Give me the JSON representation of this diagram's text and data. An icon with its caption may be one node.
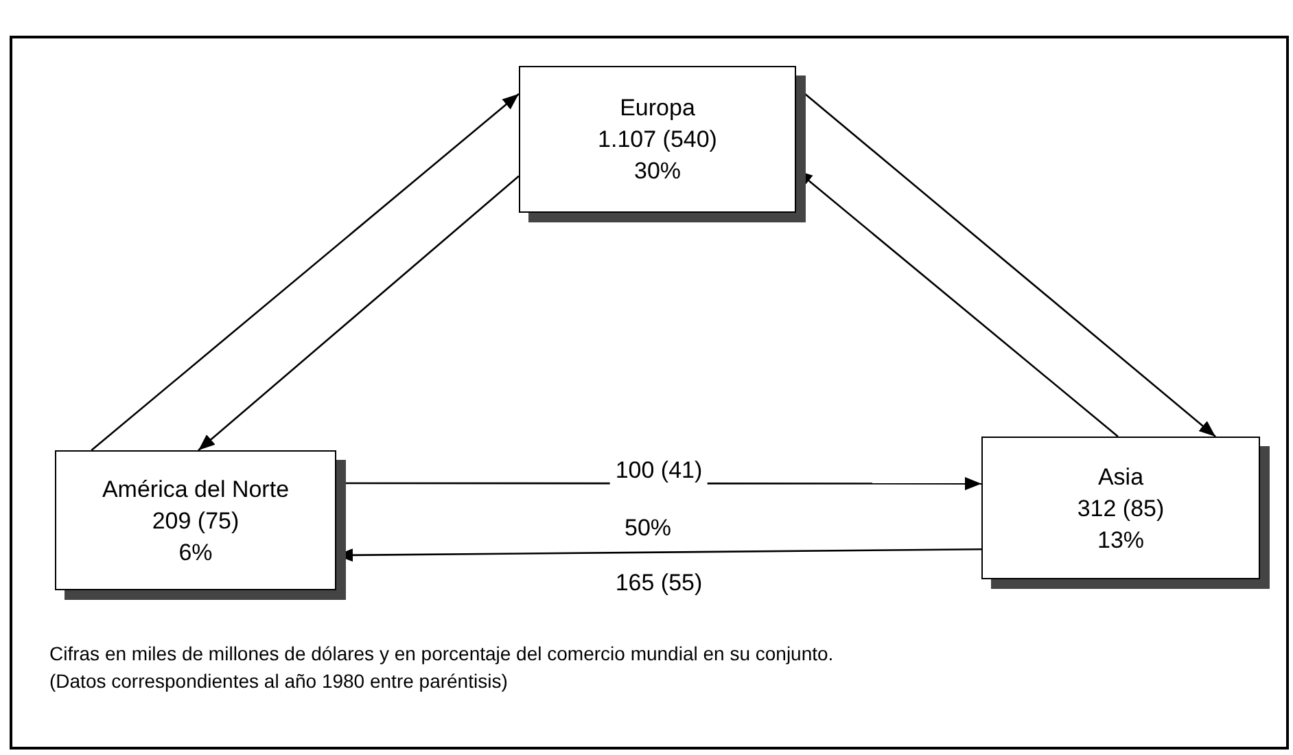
{
  "diagram": {
    "nodes": [
      {
        "text": [
          "Europa",
          "1.107 (540)",
          "30%"
        ]
      },
      {
        "text": [
          "América del Norte",
          "209 (75)",
          "6%"
        ]
      },
      {
        "text": [
          "Asia",
          "312 (85)",
          "13%"
        ]
      }
    ],
    "edges": [
      {
        "from": 1,
        "to": 0,
        "arrow": "to"
      },
      {
        "from": 0,
        "to": 1,
        "arrow": "to"
      },
      {
        "from": 0,
        "to": 2,
        "arrow": "to"
      },
      {
        "from": 2,
        "to": 0,
        "arrow": "to"
      },
      {
        "from": 1,
        "to": 2,
        "arrow": "to",
        "label": "100 (41)"
      },
      {
        "from": 2,
        "to": 1,
        "arrow": "to",
        "label": "165 (55)"
      }
    ],
    "labels": [
      "50%",
      "Cifras en miles de millones de dólares y en porcentaje del comercio mundial en su conjunto.",
      "(Datos correspondientes al año 1980 entre paréntisis)"
    ]
  }
}
